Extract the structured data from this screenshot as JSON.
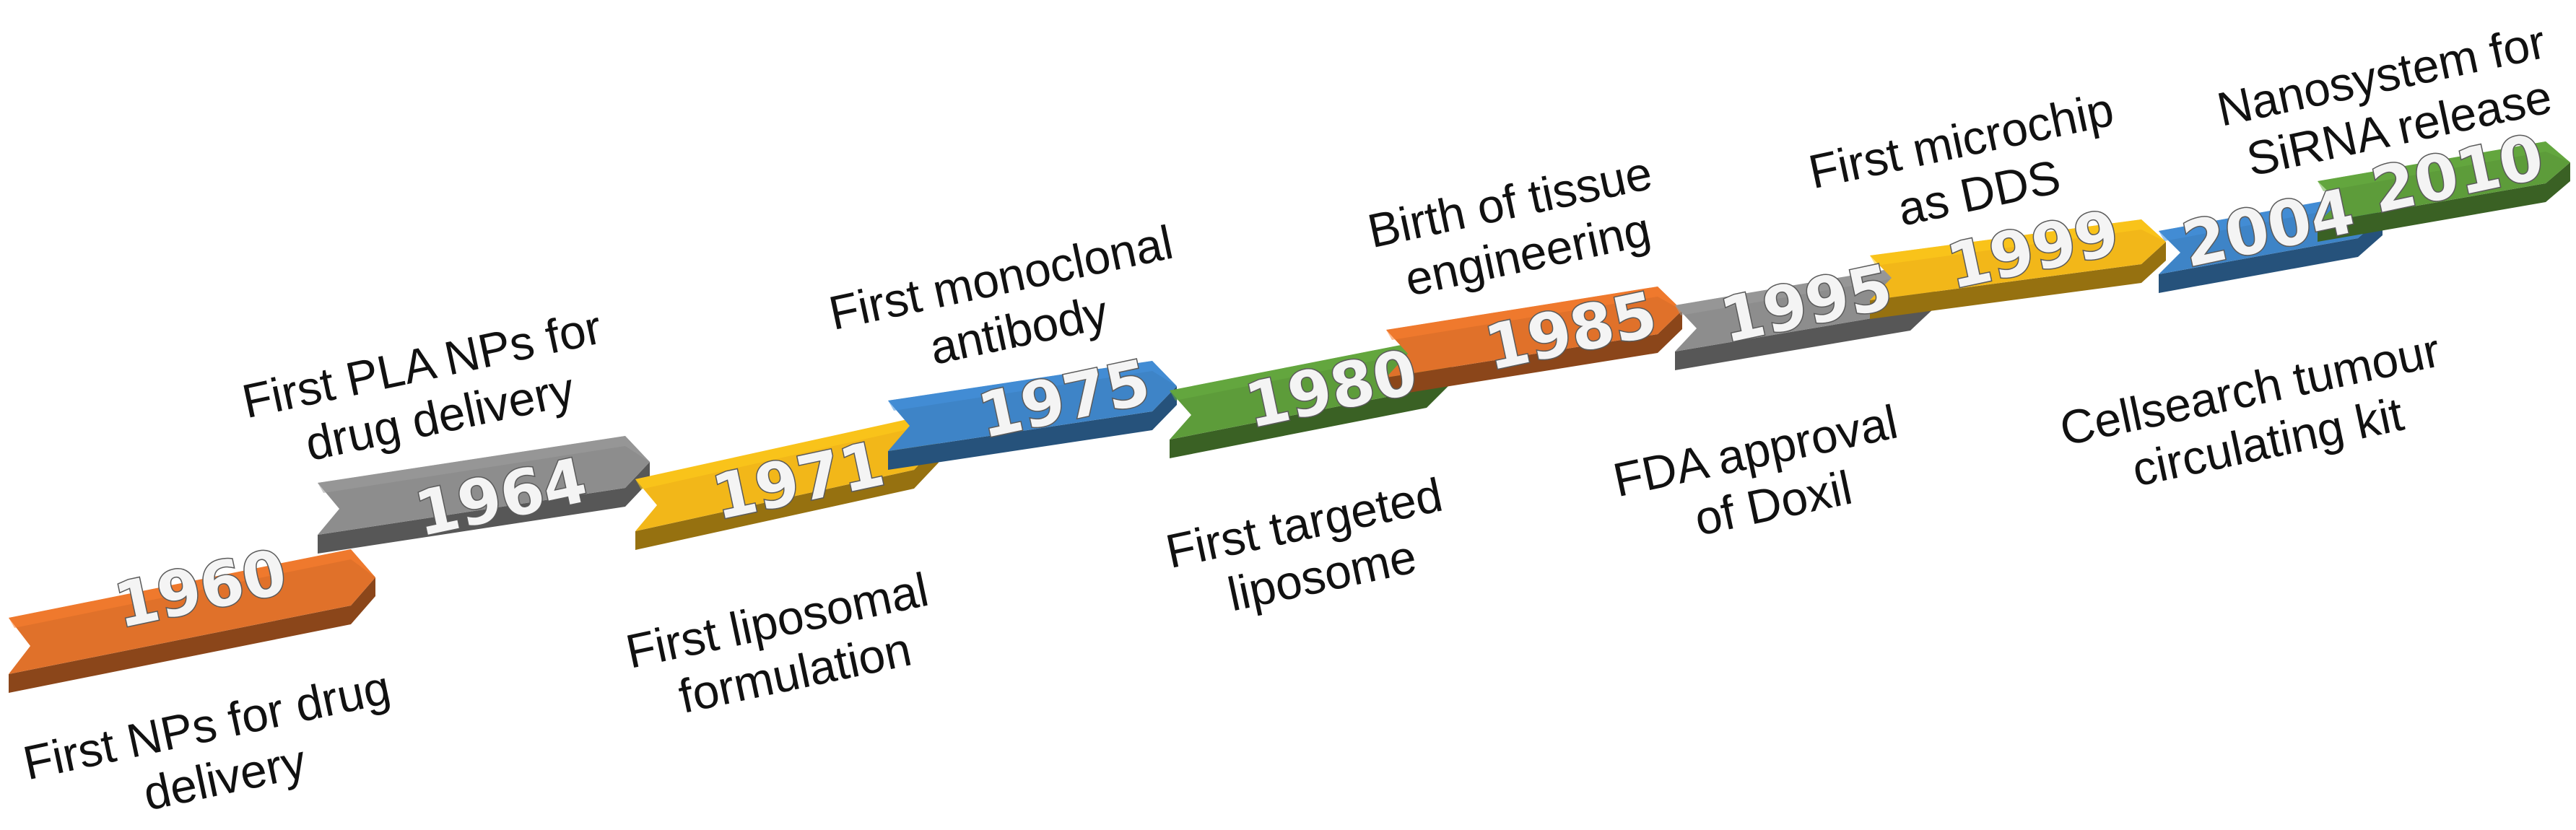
{
  "palette": {
    "orange": "#e0712a",
    "gray": "#8d8d8d",
    "yellow": "#f2b719",
    "blue": "#3e84c7",
    "green": "#5d9c3a"
  },
  "milestones": [
    {
      "year": "1960",
      "color": "orange",
      "label": [
        "First NPs for drug",
        "delivery"
      ]
    },
    {
      "year": "1964",
      "color": "gray",
      "label": [
        "First PLA NPs for",
        "drug delivery"
      ]
    },
    {
      "year": "1971",
      "color": "yellow",
      "label": [
        "First liposomal",
        "formulation"
      ]
    },
    {
      "year": "1975",
      "color": "blue",
      "label": [
        "First monoclonal",
        "antibody"
      ]
    },
    {
      "year": "1980",
      "color": "green",
      "label": [
        "First targeted",
        "liposome"
      ]
    },
    {
      "year": "1985",
      "color": "orange",
      "label": [
        "Birth of tissue",
        "engineering"
      ]
    },
    {
      "year": "1995",
      "color": "gray",
      "label": [
        "FDA approval",
        "of Doxil"
      ]
    },
    {
      "year": "1999",
      "color": "yellow",
      "label": [
        "First microchip",
        "as DDS"
      ]
    },
    {
      "year": "2004",
      "color": "blue",
      "label": [
        "Cellsearch tumour",
        "circulating kit"
      ]
    },
    {
      "year": "2010",
      "color": "green",
      "label": [
        "Nanosystem for",
        "SiRNA release"
      ]
    }
  ]
}
